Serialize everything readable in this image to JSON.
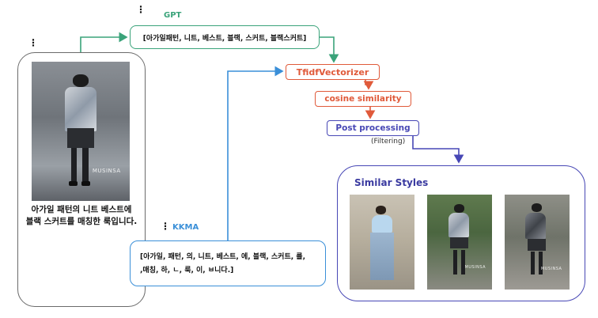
{
  "input": {
    "caption": "아가일 패턴의 니트 베스트에\n블랙 스커트를 매칭한 룩입니다.",
    "watermark": "MUSINSA"
  },
  "gpt": {
    "label": "GPT",
    "output": "[아가일패턴, 니트, 베스트, 블랙, 스커트, 블랙스커트]"
  },
  "kkma": {
    "label": "KKMA",
    "output_line1": "[아가일, 패턴, 의, 니트, 베스트, 에,  블랙, 스커트, 를,",
    "output_line2": ",매칭, 하, ㄴ, 룩, 이, ㅂ니다.]"
  },
  "pipeline": {
    "tfidf": "TfidfVectorizer",
    "cosine": "cosine similarity",
    "post": "Post processing",
    "filtering": "(Filtering)"
  },
  "results": {
    "title": "Similar Styles",
    "watermark": "MUSINSA"
  },
  "colors": {
    "gpt": "#3aa37a",
    "kkma": "#3a8fd8",
    "pipeline_red": "#e05a3a",
    "pipeline_blue": "#4747b5"
  }
}
